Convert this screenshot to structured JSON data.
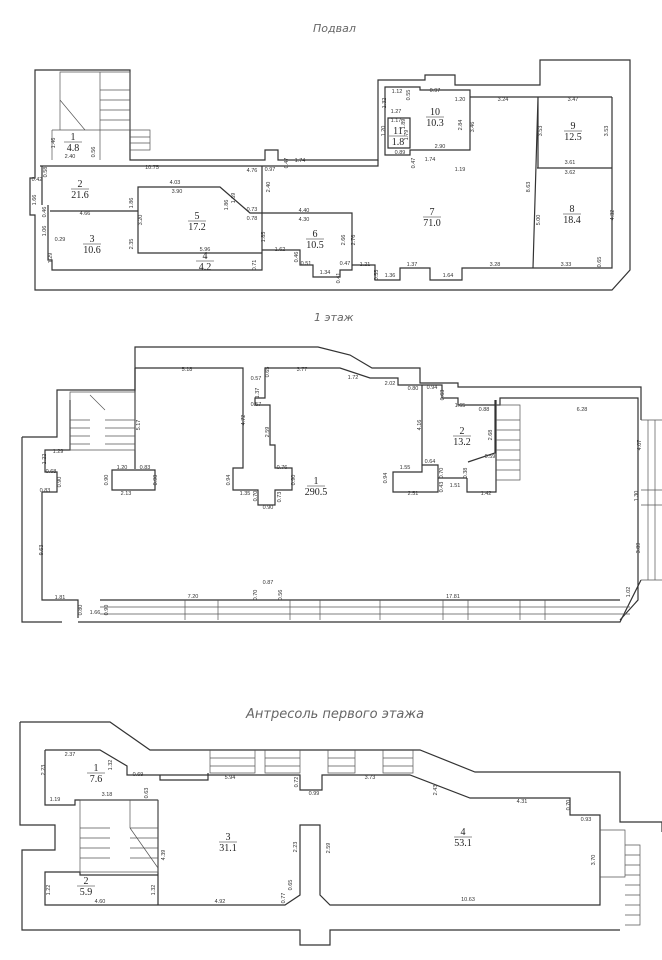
{
  "plans": [
    {
      "title": "Подвал",
      "rooms": [
        {
          "num": "1",
          "area": "4.8"
        },
        {
          "num": "2",
          "area": "21.6"
        },
        {
          "num": "3",
          "area": "10.6"
        },
        {
          "num": "4",
          "area": "4.2"
        },
        {
          "num": "5",
          "area": "17.2"
        },
        {
          "num": "6",
          "area": "10.5"
        },
        {
          "num": "7",
          "area": "71.0"
        },
        {
          "num": "8",
          "area": "18.4"
        },
        {
          "num": "9",
          "area": "12.5"
        },
        {
          "num": "10",
          "area": "10.3"
        },
        {
          "num": "11",
          "area": "1.8"
        }
      ],
      "dims": [
        "1.46",
        "2.40",
        "0.56",
        "10.75",
        "0.42",
        "0.58",
        "1.66",
        "4.03",
        "3.90",
        "1.69",
        "1.86",
        "1.86",
        "0.73",
        "0.78",
        "0.97",
        "0.47",
        "1.74",
        "2.40",
        "4.40",
        "4.30",
        "4.66",
        "0.46",
        "1.06",
        "3.20",
        "0.29",
        "2.35",
        "1.85",
        "5.96",
        "1.62",
        "0.46",
        "0.71",
        "1.29",
        "0.51",
        "1.34",
        "0.41",
        "0.47",
        "2.66",
        "2.76",
        "4.76",
        "1.19",
        "1.74",
        "0.47",
        "2.90",
        "0.89",
        "1.17",
        "1.27",
        "1.32",
        "1.12",
        "0.55",
        "0.97",
        "1.20",
        "3.24",
        "2.84",
        "3.46",
        "1.20",
        "1.89",
        "1.79",
        "3.47",
        "3.53",
        "3.53",
        "3.61",
        "3.62",
        "8.63",
        "5.00",
        "4.32",
        "3.28",
        "3.33",
        "0.65",
        "1.21",
        "1.37",
        "1.64",
        "1.36",
        "0.55"
      ]
    },
    {
      "title": "1 этаж",
      "rooms": [
        {
          "num": "1",
          "area": "290.5"
        },
        {
          "num": "2",
          "area": "13.2"
        }
      ],
      "dims": [
        "5.18",
        "5.17",
        "4.72",
        "0.57",
        "1.37",
        "0.57",
        "0.65",
        "3.77",
        "2.59",
        "1.72",
        "2.02",
        "0.80",
        "0.94",
        "0.63",
        "1.65",
        "0.88",
        "6.28",
        "4.16",
        "2.68",
        "0.59",
        "0.64",
        "1.55",
        "0.70",
        "0.38",
        "0.94",
        "0.43",
        "1.51",
        "2.51",
        "1.42",
        "4.07",
        "1.30",
        "3.89",
        "1.02",
        "17.81",
        "1.29",
        "1.22",
        "0.68",
        "0.90",
        "0.83",
        "1.20",
        "0.83",
        "0.90",
        "0.90",
        "2.13",
        "0.94",
        "0.76",
        "0.90",
        "1.35",
        "0.70",
        "0.73",
        "0.90",
        "9.63",
        "1.81",
        "0.80",
        "1.66",
        "0.90",
        "7.20",
        "0.70",
        "0.87",
        "0.56"
      ]
    },
    {
      "title": "Антресоль первого этажа",
      "rooms": [
        {
          "num": "1",
          "area": "7.6"
        },
        {
          "num": "2",
          "area": "5.9"
        },
        {
          "num": "3",
          "area": "31.1"
        },
        {
          "num": "4",
          "area": "53.1"
        }
      ],
      "dims": [
        "2.37",
        "1.32",
        "2.23",
        "0.69",
        "0.63",
        "1.19",
        "3.18",
        "5.94",
        "0.72",
        "0.99",
        "3.73",
        "2.43",
        "4.31",
        "0.70",
        "0.93",
        "4.39",
        "2.23",
        "2.59",
        "3.70",
        "1.22",
        "1.32",
        "4.60",
        "4.92",
        "0.77",
        "0.65",
        "10.63"
      ]
    }
  ]
}
